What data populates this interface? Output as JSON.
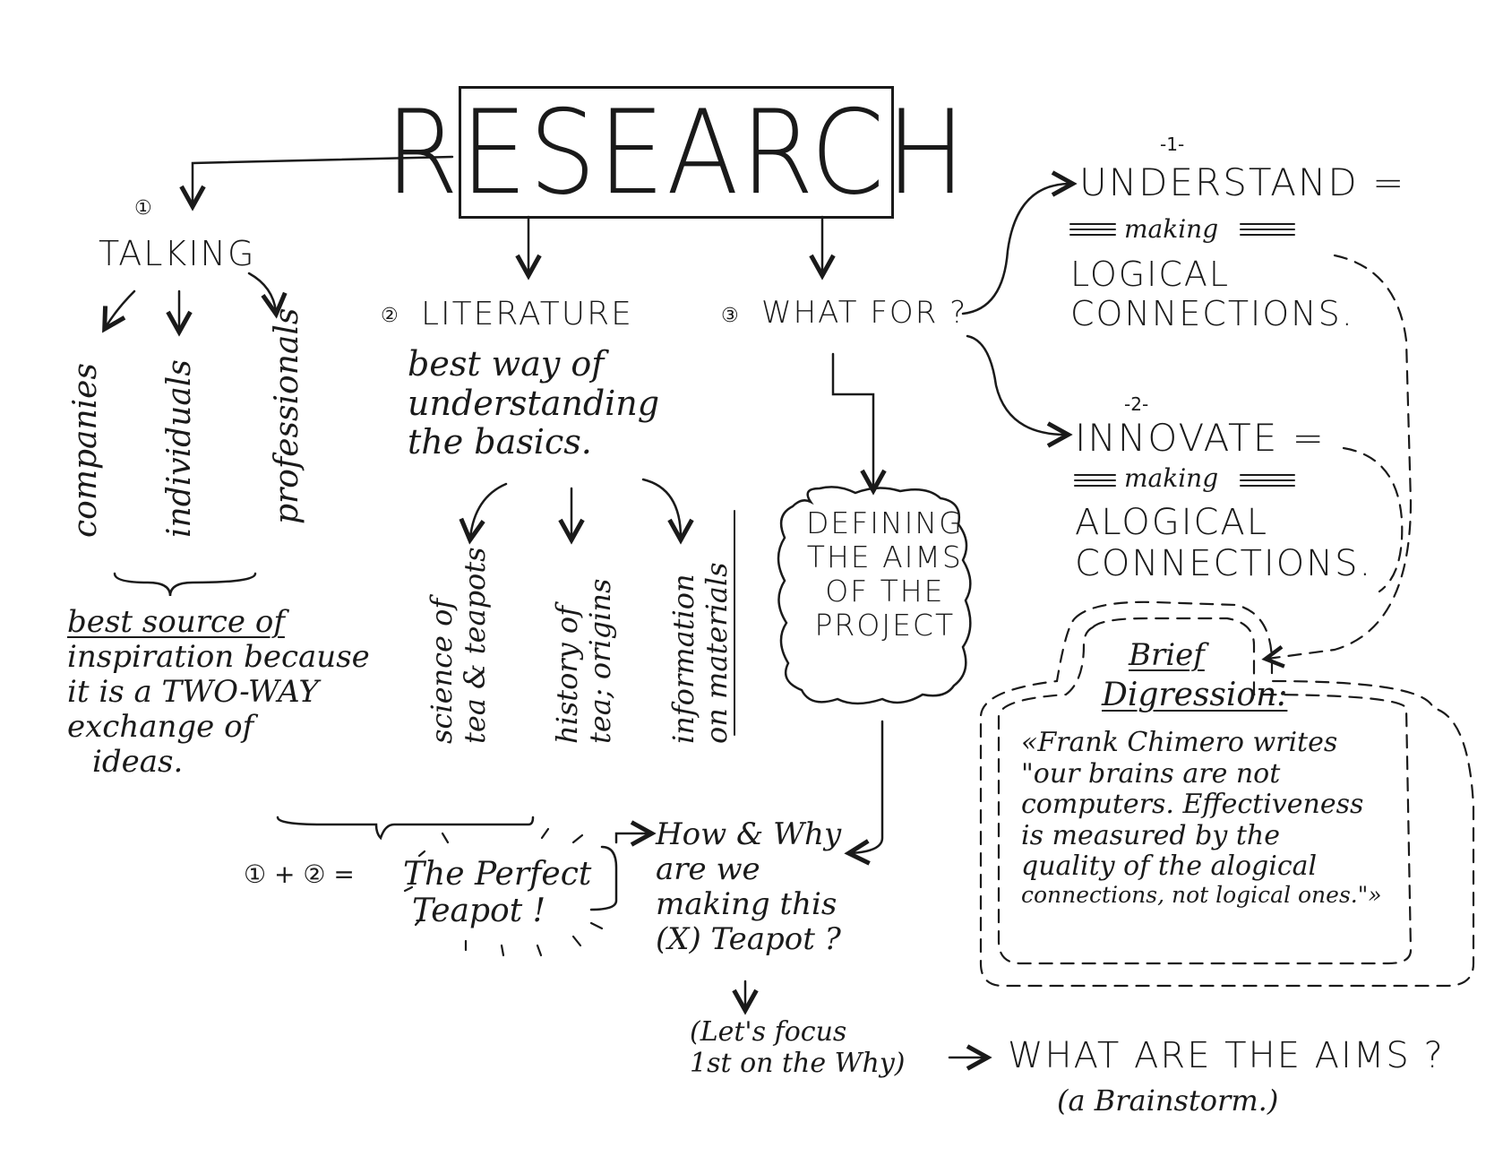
{
  "title": "RESEARCH",
  "branch1": {
    "number": "①",
    "label": "TALKING",
    "items": [
      "companies",
      "individuals",
      "professionals"
    ],
    "note": [
      "best source of",
      "inspiration because",
      "it is a TWO-WAY",
      "exchange of",
      "ideas."
    ]
  },
  "branch2": {
    "number": "②",
    "label": "LITERATURE",
    "note": [
      "best way of",
      "understanding",
      "the basics."
    ],
    "items": [
      [
        "science of",
        "tea & teapots"
      ],
      [
        "history of",
        "tea; origins"
      ],
      [
        "information",
        "on materials"
      ]
    ]
  },
  "branch3": {
    "number": "③",
    "label": "WHAT FOR ?",
    "defining": [
      "DEFINING",
      "THE AIMS",
      "OF THE",
      "PROJECT"
    ]
  },
  "understand": {
    "number": "-1-",
    "label": "UNDERSTAND =",
    "making": "making",
    "lines": [
      "LOGICAL",
      "CONNECTIONS."
    ]
  },
  "innovate": {
    "number": "-2-",
    "label": "INNOVATE =",
    "making": "making",
    "lines": [
      "ALOGICAL",
      "CONNECTIONS."
    ]
  },
  "digression": {
    "title": [
      "Brief",
      "Digression:"
    ],
    "quote": [
      "«Frank Chimero writes",
      "\"our brains are not",
      "computers. Effectiveness",
      "is measured by the",
      "quality of the alogical",
      "connections, not logical ones.\"»"
    ]
  },
  "perfect": {
    "formula": "① + ② =",
    "label": [
      "The Perfect",
      "Teapot !"
    ]
  },
  "howwhy": [
    "How & Why",
    "are we",
    "making this",
    "(X) Teapot ?"
  ],
  "focus": [
    "(Let's focus",
    "1st on the Why)"
  ],
  "aims": {
    "label": "WHAT ARE THE AIMS ?",
    "sub": "(a Brainstorm.)"
  }
}
